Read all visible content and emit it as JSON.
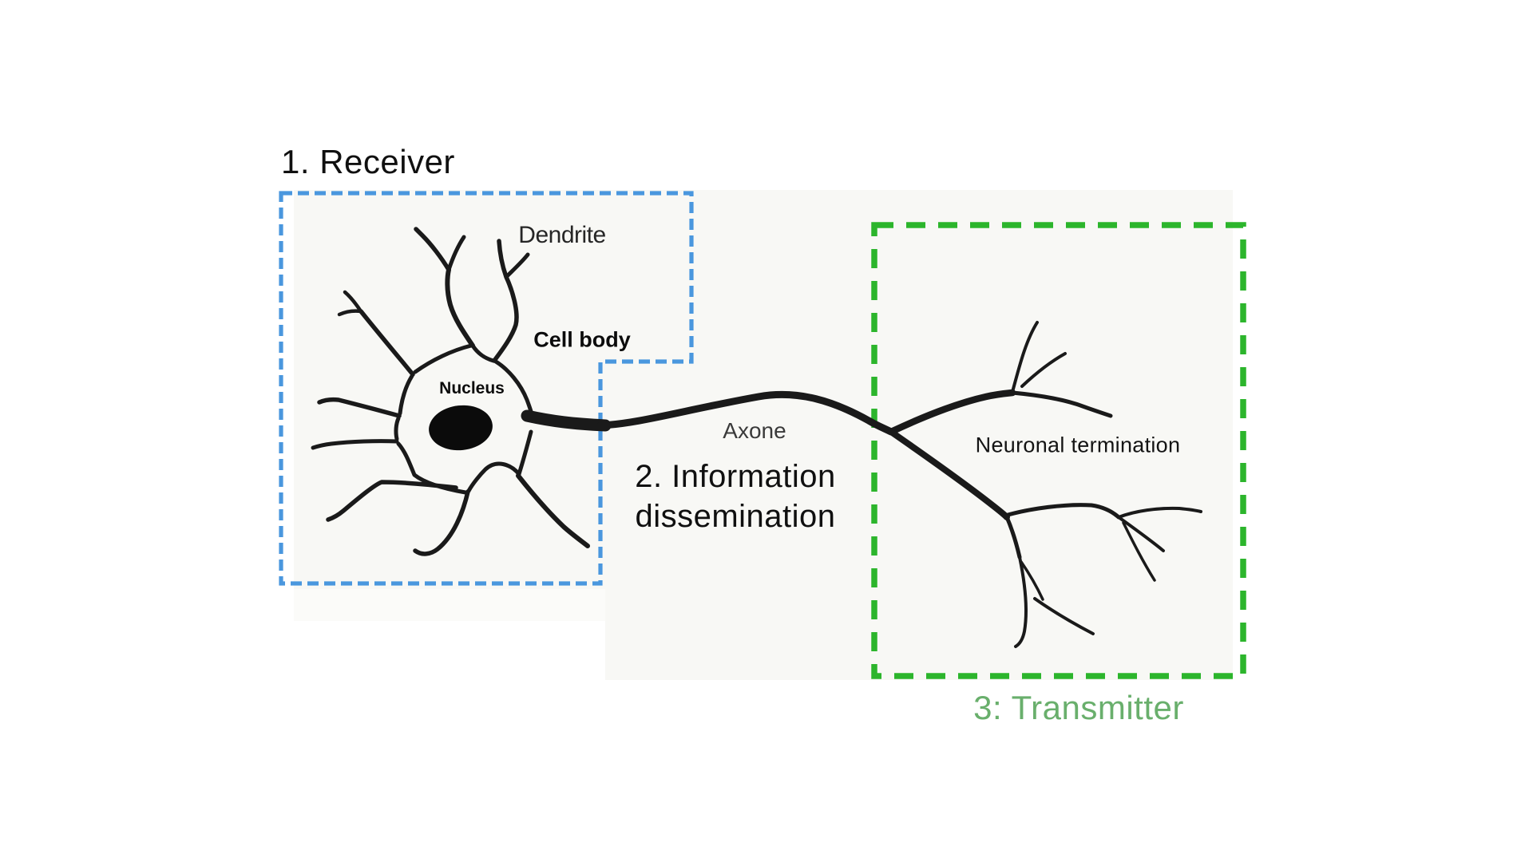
{
  "diagram": {
    "stage_labels": {
      "receiver": "1. Receiver",
      "information_line1": "2. Information",
      "information_line2": "dissemination",
      "transmitter": "3: Transmitter"
    },
    "part_labels": {
      "dendrite": "Dendrite",
      "cell_body": "Cell body",
      "nucleus": "Nucleus",
      "axone": "Axone",
      "neuronal_termination": "Neuronal termination"
    },
    "colors": {
      "receiver_box_blue": "#4a97de",
      "transmitter_box_green": "#2cb52c",
      "transmitter_text_green": "#69af6c",
      "ink_black": "#1a1a1a"
    }
  }
}
